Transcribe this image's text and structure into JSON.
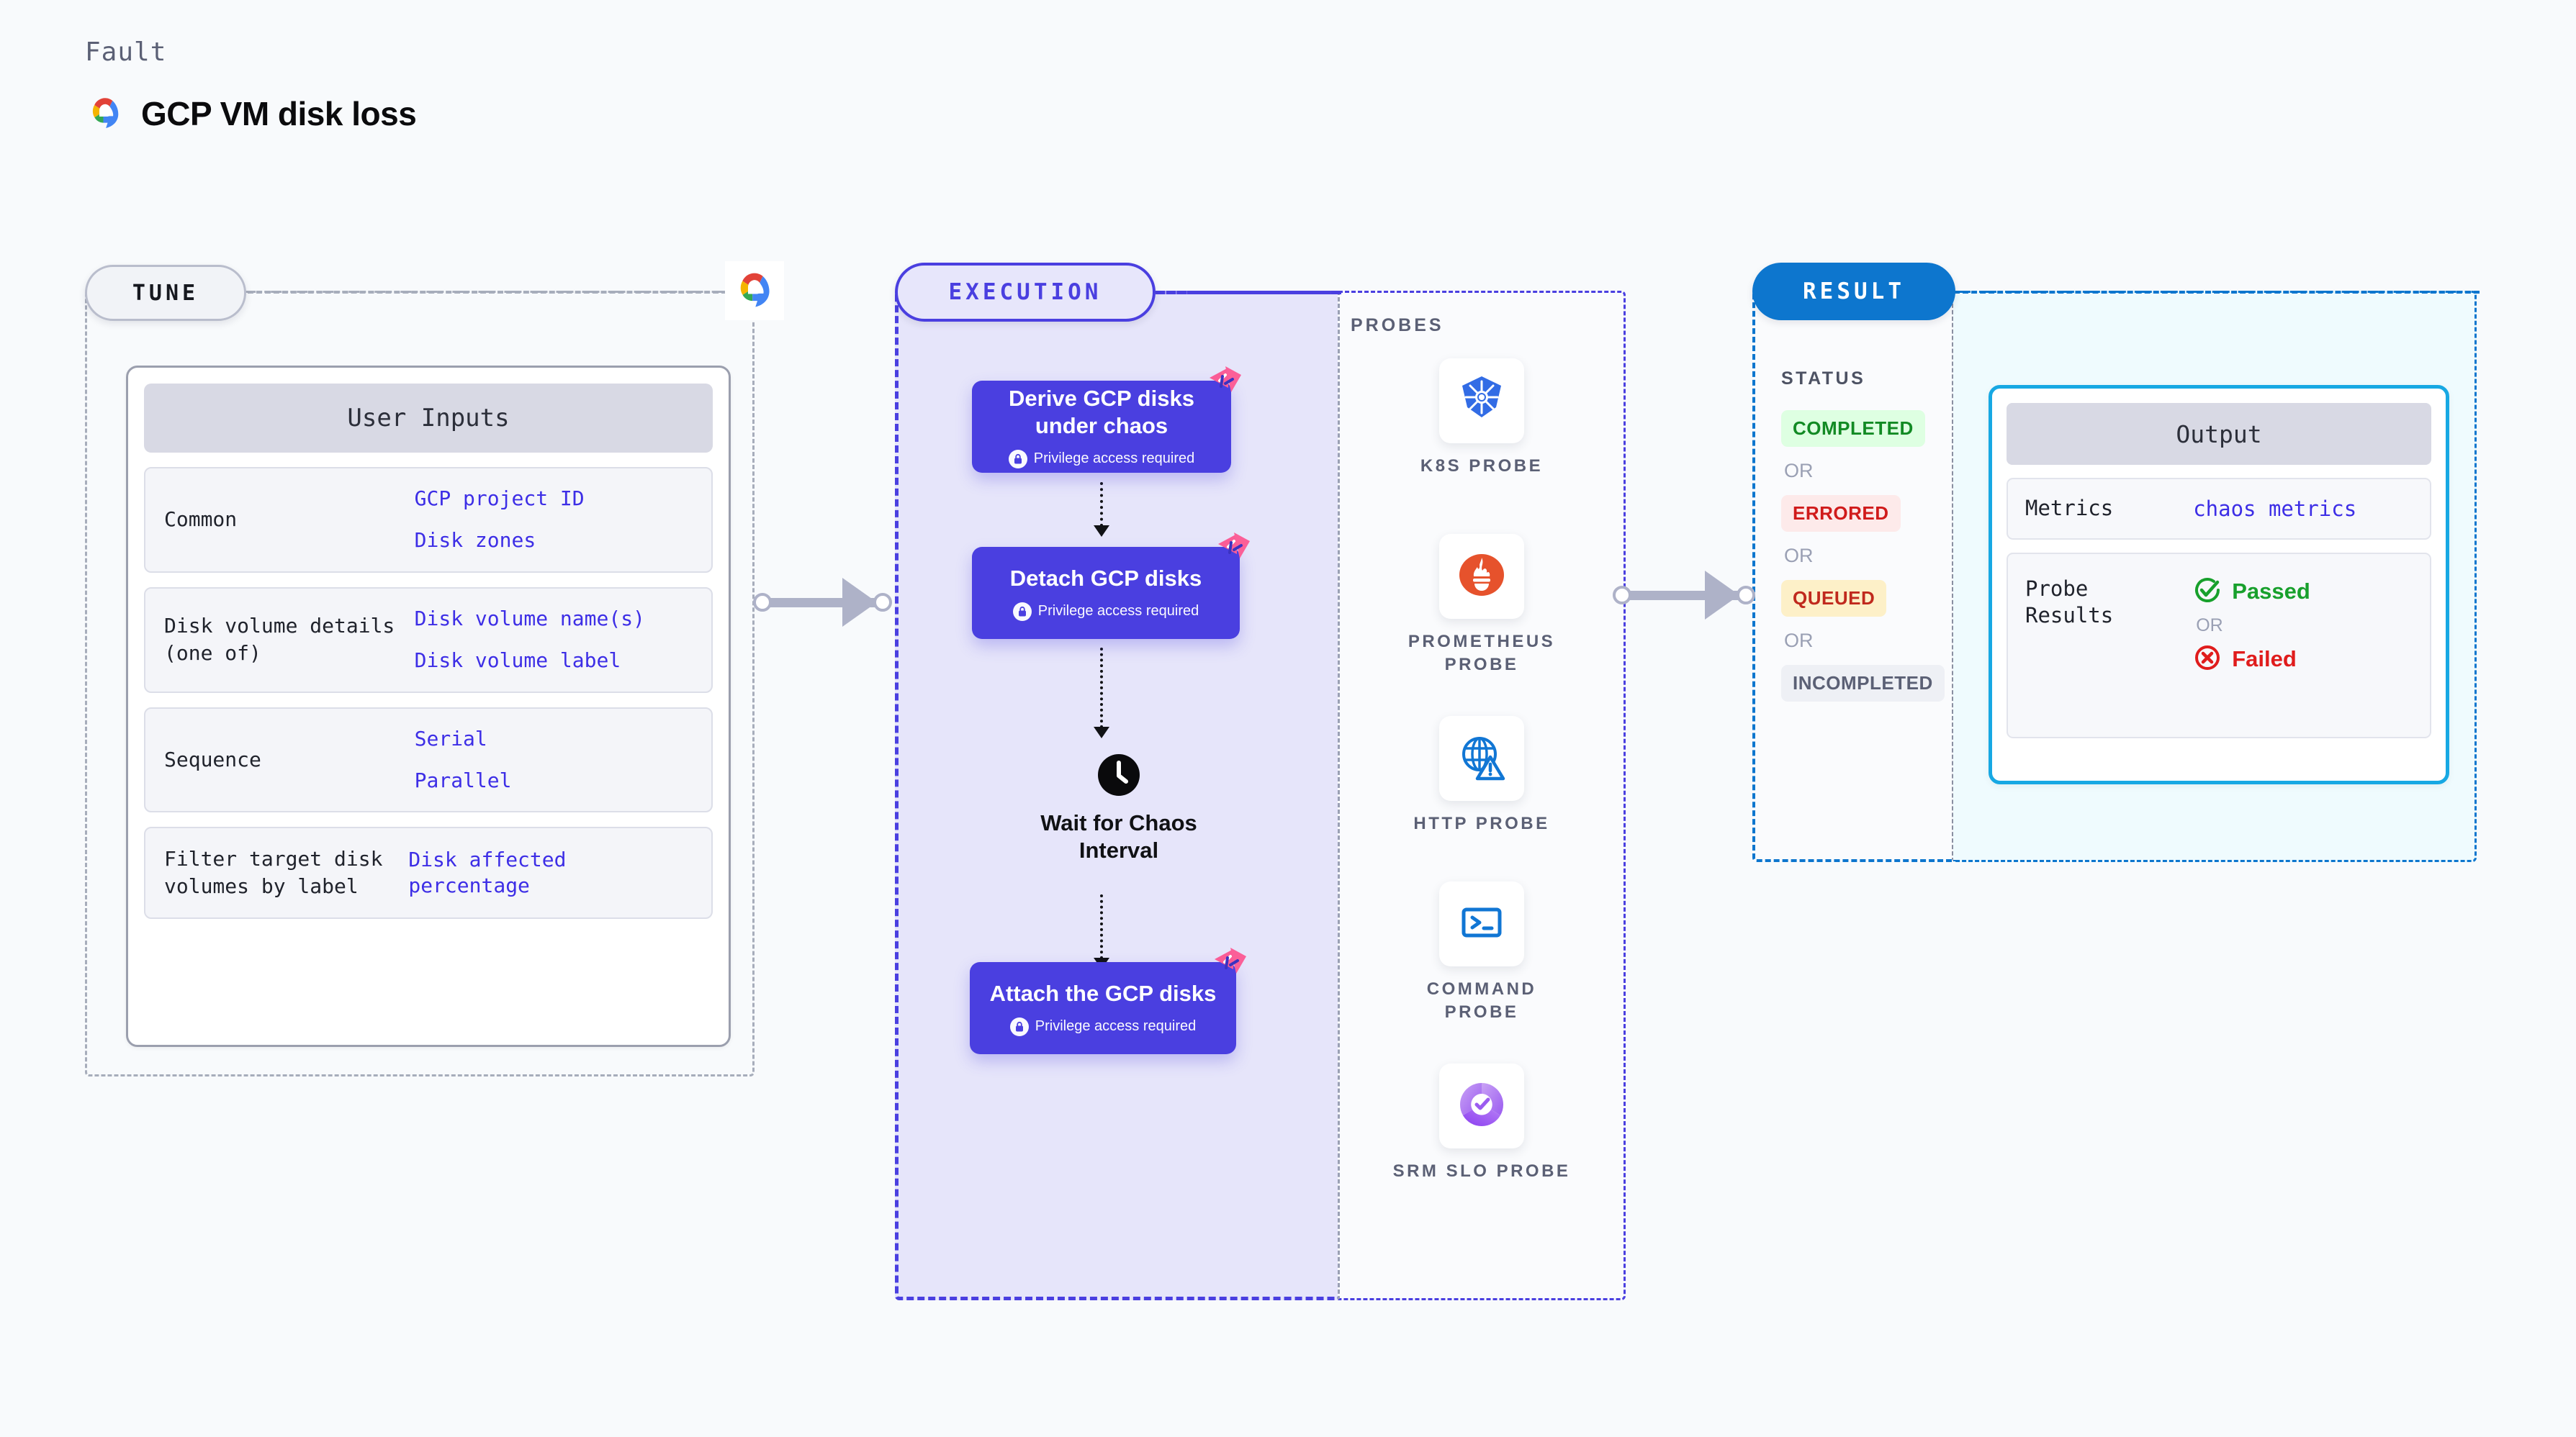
{
  "header": {
    "kicker": "Fault",
    "title": "GCP VM disk loss",
    "logo_icon": "gcp-logo-icon"
  },
  "stages": {
    "tune_label": "TUNE",
    "execution_label": "EXECUTION",
    "result_label": "RESULT"
  },
  "tune": {
    "card_title": "User Inputs",
    "rows": [
      {
        "key": "Common",
        "values": [
          "GCP project ID",
          "Disk zones"
        ]
      },
      {
        "key": "Disk volume details (one of)",
        "values": [
          "Disk volume name(s)",
          "Disk volume label"
        ]
      },
      {
        "key": "Sequence",
        "values": [
          "Serial",
          "Parallel"
        ]
      },
      {
        "key": "Filter target disk volumes by label",
        "values": [
          "Disk affected percentage"
        ]
      }
    ]
  },
  "execution": {
    "steps": [
      {
        "title": "Derive GCP disks under chaos",
        "note": "Privilege access required",
        "flag": "chaos-flag-icon"
      },
      {
        "title": "Detach GCP disks",
        "note": "Privilege access required",
        "flag": "chaos-flag-icon"
      }
    ],
    "wait": {
      "label": "Wait for Chaos Interval",
      "icon": "clock-icon"
    },
    "final_step": {
      "title": "Attach the GCP disks",
      "note": "Privilege access required",
      "flag": "chaos-flag-icon"
    }
  },
  "probes": {
    "heading": "PROBES",
    "items": [
      {
        "name": "K8S PROBE",
        "icon": "kubernetes-icon"
      },
      {
        "name": "PROMETHEUS PROBE",
        "icon": "prometheus-icon"
      },
      {
        "name": "HTTP PROBE",
        "icon": "http-globe-warning-icon"
      },
      {
        "name": "COMMAND PROBE",
        "icon": "terminal-icon"
      },
      {
        "name": "SRM SLO PROBE",
        "icon": "srm-slo-icon"
      }
    ]
  },
  "result": {
    "status_heading": "STATUS",
    "or": "OR",
    "statuses": [
      {
        "label": "COMPLETED",
        "bg": "#deffe2",
        "fg": "#128a24"
      },
      {
        "label": "ERRORED",
        "bg": "#fdeaea",
        "fg": "#d01b1b"
      },
      {
        "label": "QUEUED",
        "bg": "#fdf0c8",
        "fg": "#c0291d"
      },
      {
        "label": "INCOMPLETED",
        "bg": "#eef0f5",
        "fg": "#5b6075"
      }
    ],
    "output": {
      "title": "Output",
      "metrics_key": "Metrics",
      "metrics_value": "chaos metrics",
      "probe_key": "Probe Results",
      "passed": "Passed",
      "or": "OR",
      "failed": "Failed",
      "passed_icon": "check-circle-icon",
      "failed_icon": "x-circle-icon"
    }
  },
  "colors": {
    "accent_purple": "#4a3fe0",
    "accent_blue": "#0d76ce",
    "accent_cyan": "#17a8e3",
    "link_blue": "#3d2ee6",
    "pass_green": "#18a02c",
    "fail_red": "#e01c1c"
  }
}
